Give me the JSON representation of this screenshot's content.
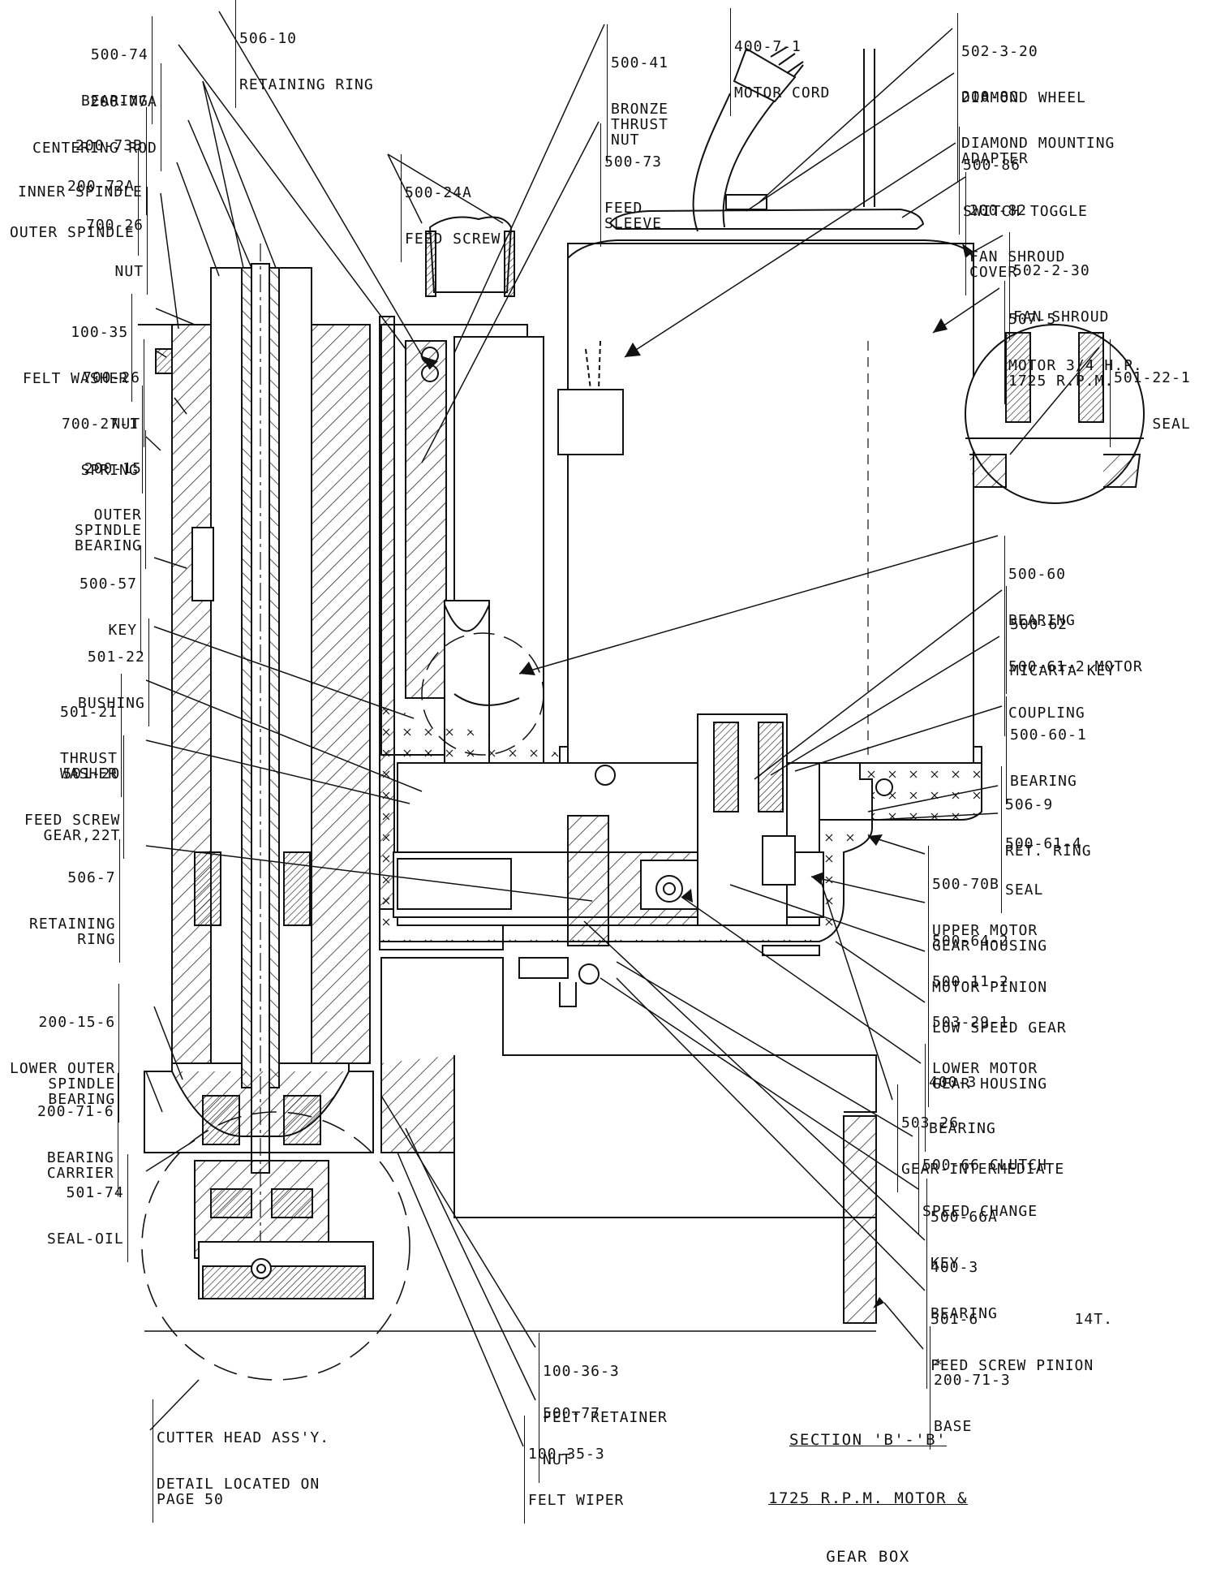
{
  "title": {
    "line1": "SECTION 'B'-'B'",
    "line2": "1725 R.P.M. MOTOR &",
    "line3": "GEAR BOX"
  },
  "labels": {
    "l_500_74": {
      "num": "500-74",
      "name": "BEARING"
    },
    "l_506_10": {
      "num": "506-10",
      "name": "RETAINING RING"
    },
    "l_200_77a": {
      "num": "200-77A",
      "name": "CENTERING ROD"
    },
    "l_200_73b": {
      "num": "200-73B",
      "name": "INNER SPINDLE"
    },
    "l_200_72a": {
      "num": "200-72A",
      "name": "OUTER SPINDLE"
    },
    "l_700_26a": {
      "num": "700-26",
      "name": "NUT"
    },
    "l_100_35": {
      "num": "100-35",
      "name": "FELT WASHER"
    },
    "l_700_26b": {
      "num": "700-26",
      "name": "NUT"
    },
    "l_700_27_1": {
      "num": "700-27-1",
      "name": "SPRING"
    },
    "l_200_15": {
      "num": "200-15",
      "name": "OUTER\nSPINDLE\nBEARING"
    },
    "l_500_57": {
      "num": "500-57",
      "name": "KEY"
    },
    "l_501_22": {
      "num": "501-22",
      "name": "BUSHING"
    },
    "l_501_21": {
      "num": "501-21",
      "name": "THRUST\nWASHER"
    },
    "l_501_20": {
      "num": "501-20",
      "name": "FEED SCREW\nGEAR,22T"
    },
    "l_506_7": {
      "num": "506-7",
      "name": "RETAINING\nRING"
    },
    "l_200_15_6": {
      "num": "200-15-6",
      "name": "LOWER OUTER\nSPINDLE\nBEARING"
    },
    "l_200_71_6": {
      "num": "200-71-6",
      "name": "BEARING\nCARRIER"
    },
    "l_501_74": {
      "num": "501-74",
      "name": "SEAL-OIL"
    },
    "l_cutter": {
      "num": "CUTTER HEAD ASS'Y.",
      "name": "DETAIL LOCATED ON\nPAGE 50"
    },
    "l_500_41": {
      "num": "500-41",
      "name": "BRONZE\nTHRUST\nNUT"
    },
    "l_500_24a": {
      "num": "500-24A",
      "name": "FEED SCREW"
    },
    "l_500_73": {
      "num": "500-73",
      "name": "FEED\nSLEEVE"
    },
    "l_400_7_1": {
      "num": "400-7-1",
      "name": "MOTOR CORD"
    },
    "l_502_3_20": {
      "num": "502-3-20",
      "name": "DIAMOND WHEEL"
    },
    "l_200_80": {
      "num": "200-80",
      "name": "DIAMOND MOUNTING\nADAPTER"
    },
    "l_500_86": {
      "num": "500-86",
      "name": "SWITCH TOGGLE"
    },
    "l_200_82": {
      "num": "200-82",
      "name": "FAN SHROUD\nCOVER"
    },
    "l_502_2_30": {
      "num": "502-2-30",
      "name": "FAN SHROUD"
    },
    "l_507_5": {
      "num": "507-5",
      "name": "MOTOR 3/4 H.P.\n1725 R.P.M."
    },
    "l_501_22_1": {
      "num": "501-22-1",
      "name": "SEAL"
    },
    "l_500_60": {
      "num": "500-60",
      "name": "BEARING"
    },
    "l_500_62": {
      "num": "500-62",
      "name": "MICARTA KEY"
    },
    "l_500_61_2": {
      "num": "500-61-2 MOTOR",
      "name": "COUPLING"
    },
    "l_500_60_1": {
      "num": "500-60-1",
      "name": "BEARING"
    },
    "l_506_9": {
      "num": "506-9",
      "name": "RET. RING"
    },
    "l_500_61_4": {
      "num": "500-61-4",
      "name": "SEAL"
    },
    "l_500_70b": {
      "num": "500-70B",
      "name": "UPPER MOTOR\nGEAR HOUSING"
    },
    "l_500_64_2": {
      "num": "500-64-2",
      "name": "MOTOR PINION"
    },
    "l_500_11_2": {
      "num": "500-11-2",
      "name": "LOW SPEED GEAR"
    },
    "l_503_29_1": {
      "num": "503-29-1",
      "name": "LOWER MOTOR\nGEAR HOUSING"
    },
    "l_400_3a": {
      "num": "400-3",
      "name": "BEARING"
    },
    "l_503_26": {
      "num": "503-26",
      "name": "GEAR-INTERMEDIATE"
    },
    "l_500_66": {
      "num": "500-66 CLUTCH",
      "name": "SPEED CHANGE"
    },
    "l_500_66a": {
      "num": "500-66A",
      "name": "KEY"
    },
    "l_400_3b": {
      "num": "400-3",
      "name": "BEARING"
    },
    "l_501_6": {
      "num": "501-6          14T.",
      "name": "FEED SCREW PINION"
    },
    "l_200_71_3": {
      "num": "*\n200-71-3",
      "name": "BASE"
    },
    "l_100_36_3": {
      "num": "100-36-3",
      "name": "FELT RETAINER"
    },
    "l_500_77": {
      "num": "500-77",
      "name": "NUT"
    },
    "l_100_35_3": {
      "num": "100-35-3",
      "name": "FELT WIPER"
    }
  }
}
